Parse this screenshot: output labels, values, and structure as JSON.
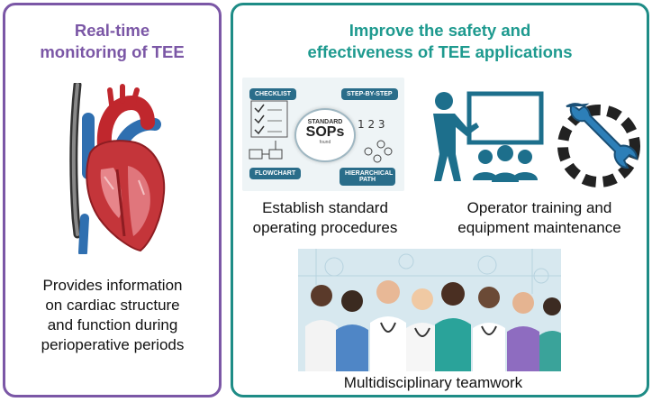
{
  "left_panel": {
    "title_line1": "Real-time",
    "title_line2": "monitoring of TEE",
    "description_lines": [
      "Provides information",
      "on cardiac structure",
      "and function during",
      "perioperative periods"
    ]
  },
  "right_panel": {
    "title_line1": "Improve the safety and",
    "title_line2": "effectiveness of TEE applications",
    "items": [
      {
        "caption_line1": "Establish standard",
        "caption_line2": "operating procedures"
      },
      {
        "caption_line1": "Operator training and",
        "caption_line2": "equipment maintenance"
      },
      {
        "caption_line1": "Multidisciplinary teamwork"
      }
    ],
    "sop_graphic": {
      "center_small": "STANDARD",
      "center_big": "SOPs",
      "center_brand": "found",
      "tags": [
        "CHECKLIST",
        "STEP-BY-STEP",
        "FLOWCHART",
        "HIERARCHICAL PATH"
      ]
    }
  },
  "colors": {
    "left_accent": "#7b57a6",
    "right_accent": "#1e8c86",
    "training_icon": "#1d6f8c"
  },
  "icons": [
    "heart-illustration",
    "teacher-presentation-icon",
    "wrench-gear-icon",
    "medical-team-illustration"
  ]
}
